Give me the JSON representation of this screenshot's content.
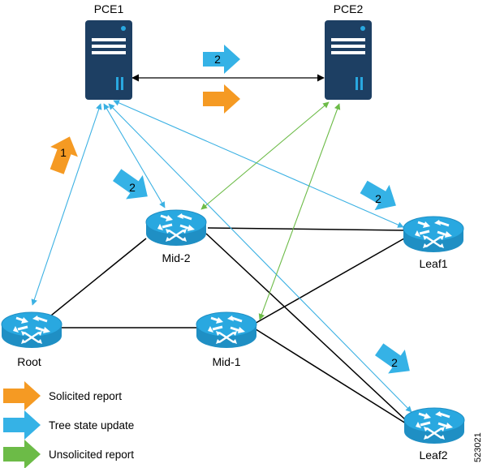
{
  "colors": {
    "server": "#1d3f63",
    "router": "#29a8e0",
    "blue_arrow": "#35b2e6",
    "orange_arrow": "#f59a23",
    "green_arrow": "#6cbb47",
    "blue_line": "#3bb1e3",
    "green_line": "#6cbb47",
    "black_line": "#000000"
  },
  "nodes": {
    "pce1": "PCE1",
    "pce2": "PCE2",
    "mid2": "Mid-2",
    "mid1": "Mid-1",
    "root": "Root",
    "leaf1": "Leaf1",
    "leaf2": "Leaf2"
  },
  "arrows": {
    "pce_to_pce_num": "2",
    "root_num": "1",
    "mid2_num": "2",
    "leaf1_num": "2",
    "leaf2_num": "2"
  },
  "legend": {
    "solicited": "Solicited report",
    "tree_state": "Tree state update",
    "unsolicited": "Unsolicited report"
  },
  "figure_id": "523021"
}
